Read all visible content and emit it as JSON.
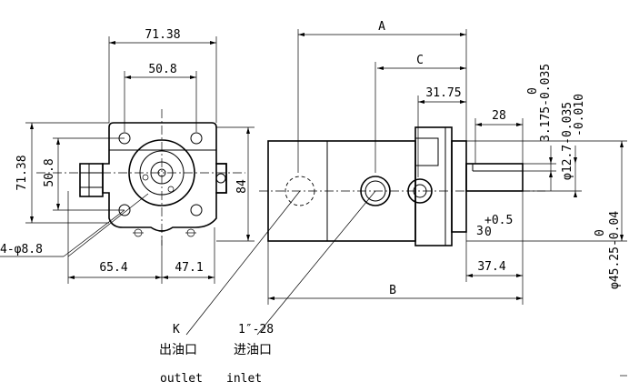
{
  "dimensions": {
    "front_width_top": "71.38",
    "front_inner_width": "50.8",
    "front_height_left": "71.38",
    "front_inner_height": "50.8",
    "front_height_right": "84",
    "holes": "4-φ8.8",
    "bottom_left": "65.4",
    "bottom_right": "47.1",
    "side_A": "A",
    "side_C": "C",
    "side_31_75": "31.75",
    "side_28": "28",
    "side_B": "B",
    "side_37_4": "37.4",
    "key_width": "3.175-0.035",
    "key_width_upper": "0",
    "shaft_dia": "φ12.7-0.035",
    "shaft_dia_upper": "-0.010",
    "pilot_dia": "φ45.25-0.04",
    "pilot_dia_upper": "0",
    "key_depth_main": "3",
    "key_depth_upper": "+0.5",
    "key_depth_lower": "0"
  },
  "ports": {
    "outlet_code": "K",
    "outlet_cn": "出油口",
    "outlet_en": "outlet",
    "inlet_code": "1″-28",
    "inlet_cn": "进油口",
    "inlet_en": "inlet"
  }
}
